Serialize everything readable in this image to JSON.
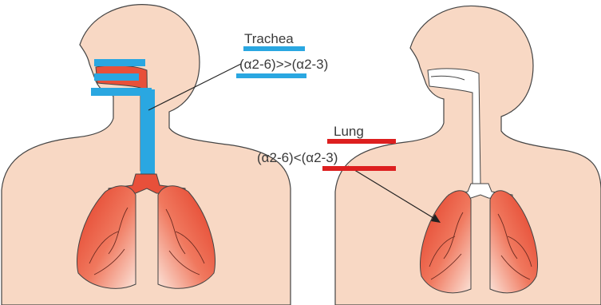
{
  "labels": {
    "trachea": "Trachea",
    "trachea_ratio": "(α2-6)>>(α2-3)",
    "lung": "Lung",
    "lung_ratio": "(α2-6)<(α2-3)"
  },
  "colors": {
    "skin": "#f8d8c4",
    "outline": "#444444",
    "trachea_highlight": "#2aa7e1",
    "lung_highlight": "#dd1f1f",
    "lung_fill": "#e8503a",
    "airway_left": "#e8503a",
    "airway_right": "#ffffff"
  }
}
